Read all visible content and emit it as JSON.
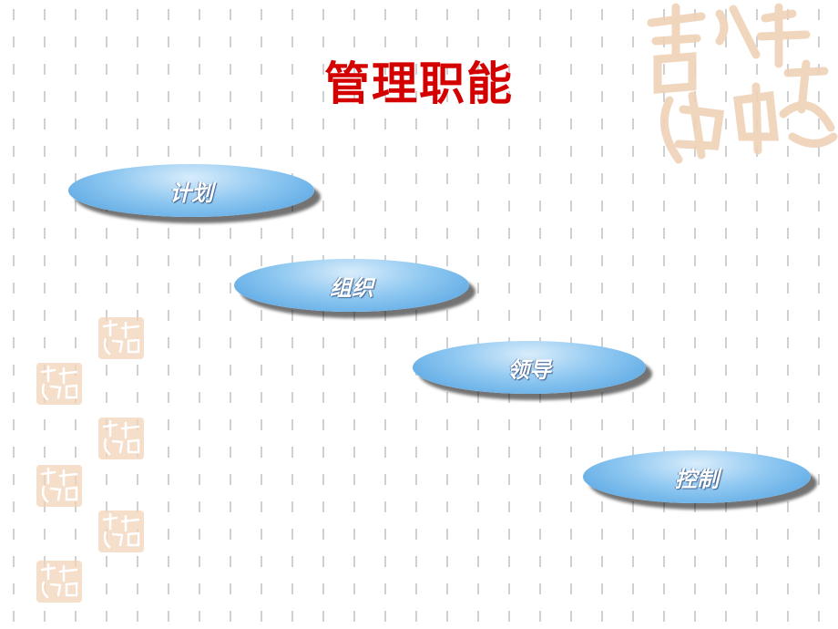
{
  "slide": {
    "title": "管理职能",
    "functions": [
      "计划",
      "组织",
      "领导",
      "控制"
    ]
  },
  "colors": {
    "title": "#d40000",
    "pill_light": "#d8ecfb",
    "pill_dark": "#4d9fe0",
    "watermark": "#f2d3b8",
    "stripe": "#d0d0d0"
  },
  "decorations": {
    "seal_icon": "auspicious-calligraphy-seal-icon"
  }
}
